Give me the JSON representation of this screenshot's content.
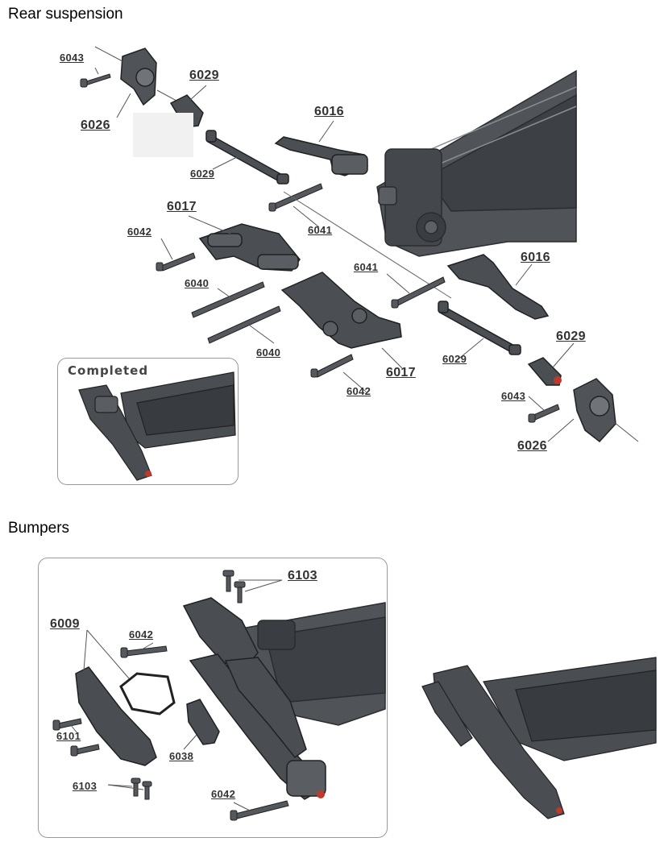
{
  "sections": {
    "rear": "Rear suspension",
    "bumpers": "Bumpers"
  },
  "completed": "Completed",
  "labels": {
    "l6043a": "6043",
    "l6026a": "6026",
    "l6029a": "6029",
    "l6029b": "6029",
    "l6016a": "6016",
    "l6017a": "6017",
    "l6042a": "6042",
    "l6041a": "6041",
    "l6040a": "6040",
    "l6041b": "6041",
    "l6016b": "6016",
    "l6040b": "6040",
    "l6017b": "6017",
    "l6029c": "6029",
    "l6042b": "6042",
    "l6029d": "6029",
    "l6043b": "6043",
    "l6026b": "6026",
    "l6103a": "6103",
    "l6009": "6009",
    "l6042c": "6042",
    "l6101": "6101",
    "l6038": "6038",
    "l6103b": "6103",
    "l6042d": "6042"
  },
  "colors": {
    "part": "#4a4d52",
    "part_dark": "#2f3236",
    "part_light": "#6d7176",
    "accent": "#c0392b"
  }
}
